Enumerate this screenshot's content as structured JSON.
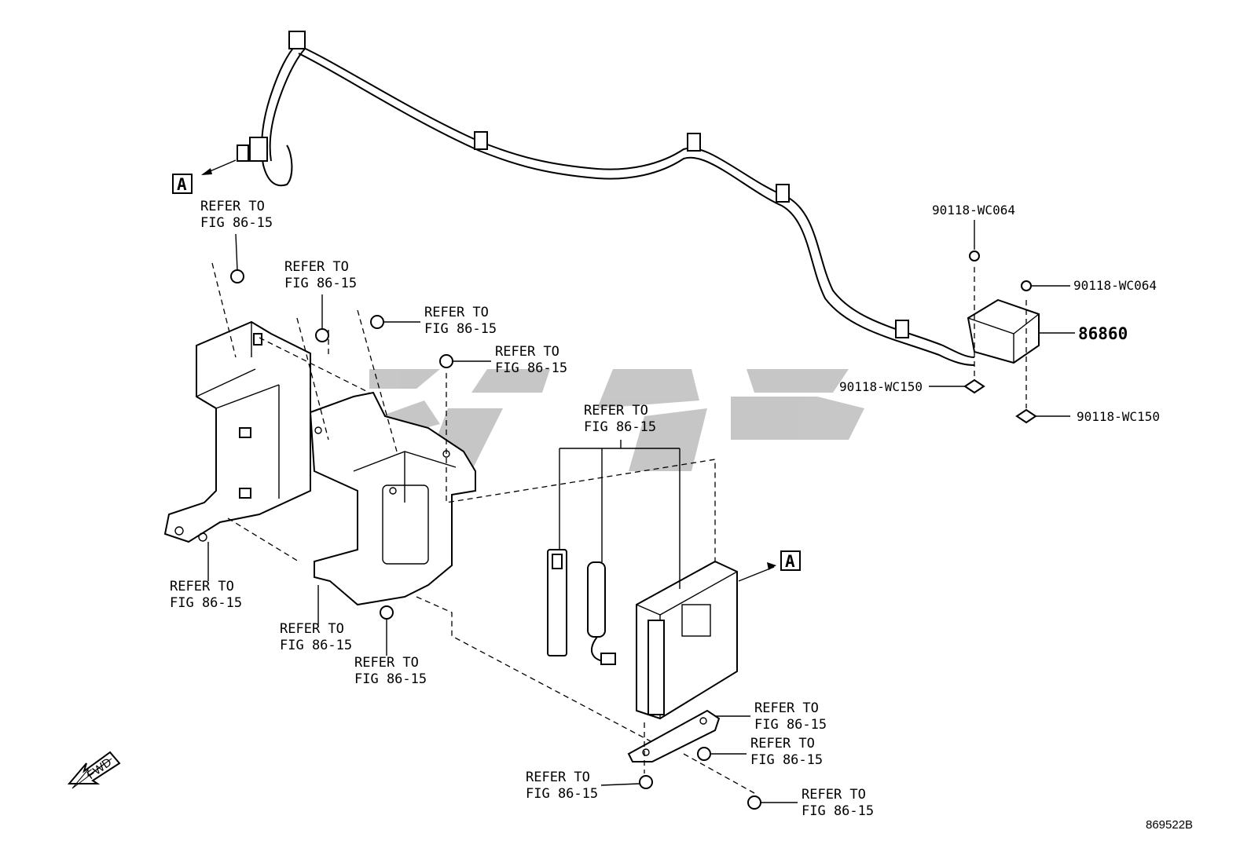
{
  "refer_line1": "REFER TO",
  "refer_line2": "FIG 86-15",
  "callouts": {
    "box_a_top": "A",
    "box_a_right": "A",
    "pn_screw_top": "90118-WC064",
    "pn_screw_right": "90118-WC064",
    "pn_main": "86860",
    "pn_nut_left": "90118-WC150",
    "pn_nut_right": "90118-WC150"
  },
  "fwd_label": "FWD",
  "diagram_code": "869522B",
  "icons": {
    "fwd_arrow": "fwd-arrow-icon",
    "watermark": "watermark-logo"
  }
}
